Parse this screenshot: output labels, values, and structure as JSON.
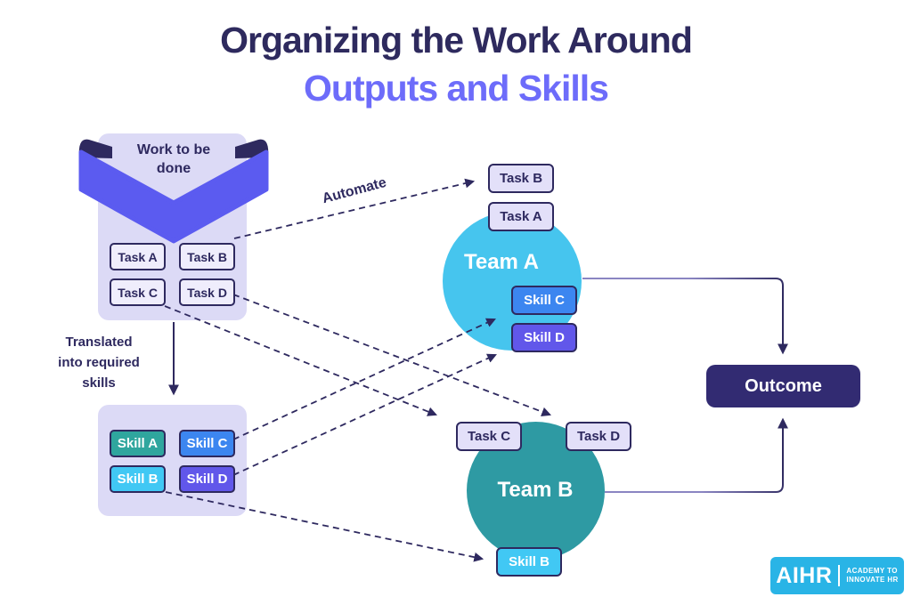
{
  "title": {
    "line1": "Organizing the Work Around",
    "line2": "Outputs and Skills",
    "line1_color": "#2e2a5e",
    "line2_color": "#6d6cfa"
  },
  "work_group": {
    "banner_lines": [
      "Work to be",
      "done"
    ],
    "tasks": [
      "Task A",
      "Task B",
      "Task C",
      "Task D"
    ]
  },
  "translate_label": {
    "lines": [
      "Translated",
      "into required",
      "skills"
    ]
  },
  "automate_label": "Automate",
  "skills_group": {
    "items": [
      {
        "label": "Skill A",
        "color": "#2fa69e"
      },
      {
        "label": "Skill C",
        "color": "#3c86f0"
      },
      {
        "label": "Skill B",
        "color": "#41c8f4"
      },
      {
        "label": "Skill D",
        "color": "#6157ea"
      }
    ]
  },
  "team_a": {
    "name": "Team A",
    "circle_color": "#46c5ee",
    "tasks": [
      "Task B",
      "Task A"
    ],
    "skills": [
      {
        "label": "Skill C",
        "color": "#3c86f0"
      },
      {
        "label": "Skill D",
        "color": "#6157ea"
      }
    ]
  },
  "team_b": {
    "name": "Team B",
    "circle_color": "#2e9aa3",
    "tasks": [
      "Task C",
      "Task D"
    ],
    "skills": [
      {
        "label": "Skill B",
        "color": "#41c8f4"
      }
    ]
  },
  "outcome": {
    "label": "Outcome",
    "color": "#322b72"
  },
  "logo": {
    "brand": "AIHR",
    "tagline_line1": "ACADEMY TO",
    "tagline_line2": "INNOVATE HR",
    "bg_color": "#29b4e6"
  },
  "connections": [
    {
      "from": "work-task-b",
      "to": "team-a-task-b",
      "style": "dashed",
      "label": "Automate"
    },
    {
      "from": "work-task-c",
      "to": "team-b-task-c",
      "style": "dashed"
    },
    {
      "from": "work-task-d",
      "to": "team-b-task-d",
      "style": "dashed"
    },
    {
      "from": "skills-skill-c",
      "to": "team-a-skill-c",
      "style": "dashed"
    },
    {
      "from": "skills-skill-d",
      "to": "team-a-skill-d",
      "style": "dashed"
    },
    {
      "from": "skills-skill-b",
      "to": "team-b-skill-b",
      "style": "dashed"
    },
    {
      "from": "work-panel",
      "to": "skills-panel",
      "style": "solid-arrow"
    },
    {
      "from": "team-a",
      "to": "outcome",
      "style": "solid-elbow"
    },
    {
      "from": "team-b",
      "to": "outcome",
      "style": "solid-elbow"
    }
  ],
  "colors": {
    "ribbon_purple": "#5b5bf0",
    "navy": "#2e295f",
    "panel_lavender": "#dcdaf6",
    "connector_light": "#8a85c2"
  }
}
